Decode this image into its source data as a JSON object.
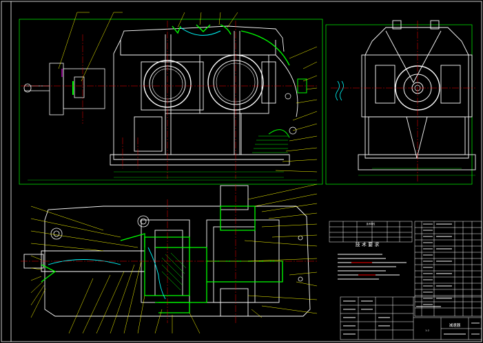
{
  "drawing": {
    "background": "#000000",
    "colors": {
      "outline": "#ffffff",
      "center": "#ff0000",
      "leader": "#ffff00",
      "frame": "#00ff00",
      "hatch": "#00ff00",
      "cyan": "#00ffff",
      "magenta": "#ff00ff"
    }
  },
  "tech_req_title": "技 术 要 求",
  "param_table_title": "技术特性",
  "title_block": {
    "name": "减速器",
    "scale": "1:2"
  }
}
